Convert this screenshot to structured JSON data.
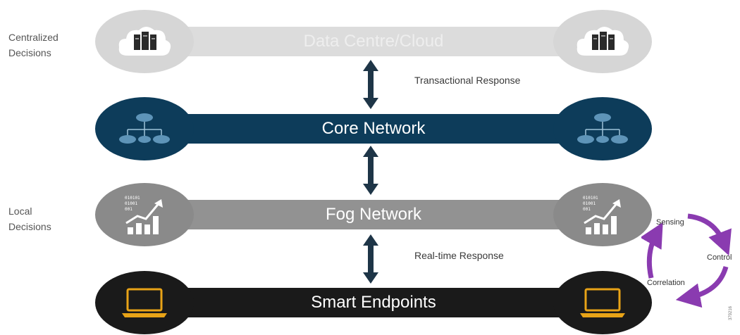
{
  "side_labels": {
    "centralized": "Centralized\nDecisions",
    "local": "Local\nDecisions"
  },
  "layers": {
    "cloud": {
      "label": "Data Centre/Cloud",
      "icon": "server-cloud-icon"
    },
    "core": {
      "label": "Core Network",
      "icon": "network-topology-icon"
    },
    "fog": {
      "label": "Fog Network",
      "icon": "analytics-chart-icon"
    },
    "endpoints": {
      "label": "Smart Endpoints",
      "icon": "laptop-icon"
    }
  },
  "responses": {
    "transactional": "Transactional Response",
    "realtime": "Real-time Response"
  },
  "cycle": {
    "sensing": "Sensing",
    "control": "Control",
    "correlation": "Correlation",
    "color": "#8a3bb0"
  },
  "figure_id": "379216",
  "colors": {
    "cloud": "#dcdcdc",
    "core": "#0d3c5a",
    "fog": "#929292",
    "endpoints": "#1a1a1a",
    "laptop": "#e8a317"
  }
}
